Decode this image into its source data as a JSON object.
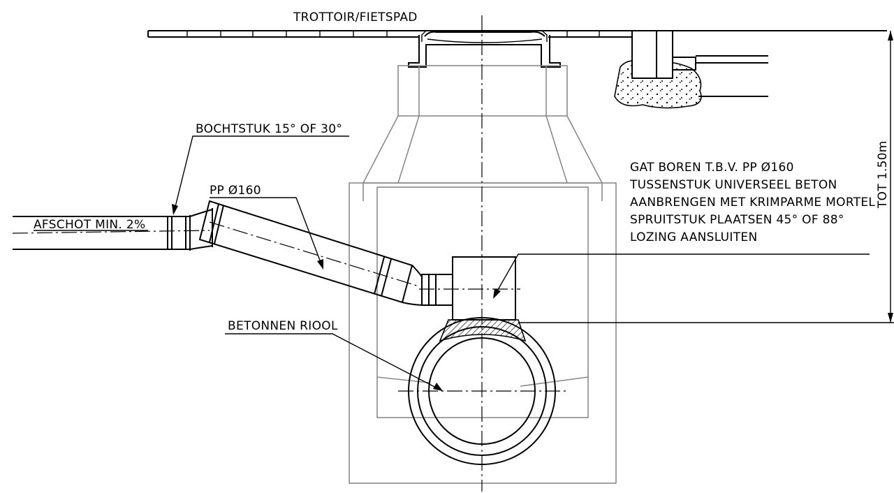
{
  "labels": {
    "sidewalk": "TROTTOIR/FIETSPAD",
    "bend": "BOCHTSTUK 15° OF 30°",
    "pipe": "PP Ø160",
    "slope": "AFSCHOT MIN. 2%",
    "sewer": "BETONNEN RIOOL",
    "depth": "TOT 1.50m",
    "instructions": [
      "GAT BOREN T.B.V.  PP Ø160",
      "TUSSENSTUK UNIVERSEEL BETON",
      "AANBRENGEN MET KRIMPARME MORTEL",
      "SPRUITSTUK PLAATSEN 45° OF 88°",
      "LOZING AANSLUITEN"
    ]
  }
}
